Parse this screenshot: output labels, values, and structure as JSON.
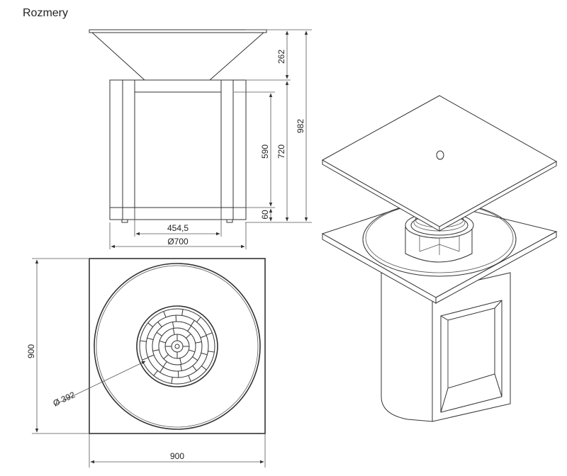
{
  "title": "Rozmery",
  "front_view": {
    "dim_height_bowl": "262",
    "dim_height_body": "720",
    "dim_height_total": "982",
    "dim_height_opening": "590",
    "dim_base": "60",
    "dim_width_inner": "454,5",
    "dim_diameter": "Ø700"
  },
  "top_view": {
    "dim_height": "900",
    "dim_width": "900",
    "dim_grate_diameter": "Ø 392"
  },
  "colors": {
    "line": "#333333",
    "background": "#ffffff"
  }
}
